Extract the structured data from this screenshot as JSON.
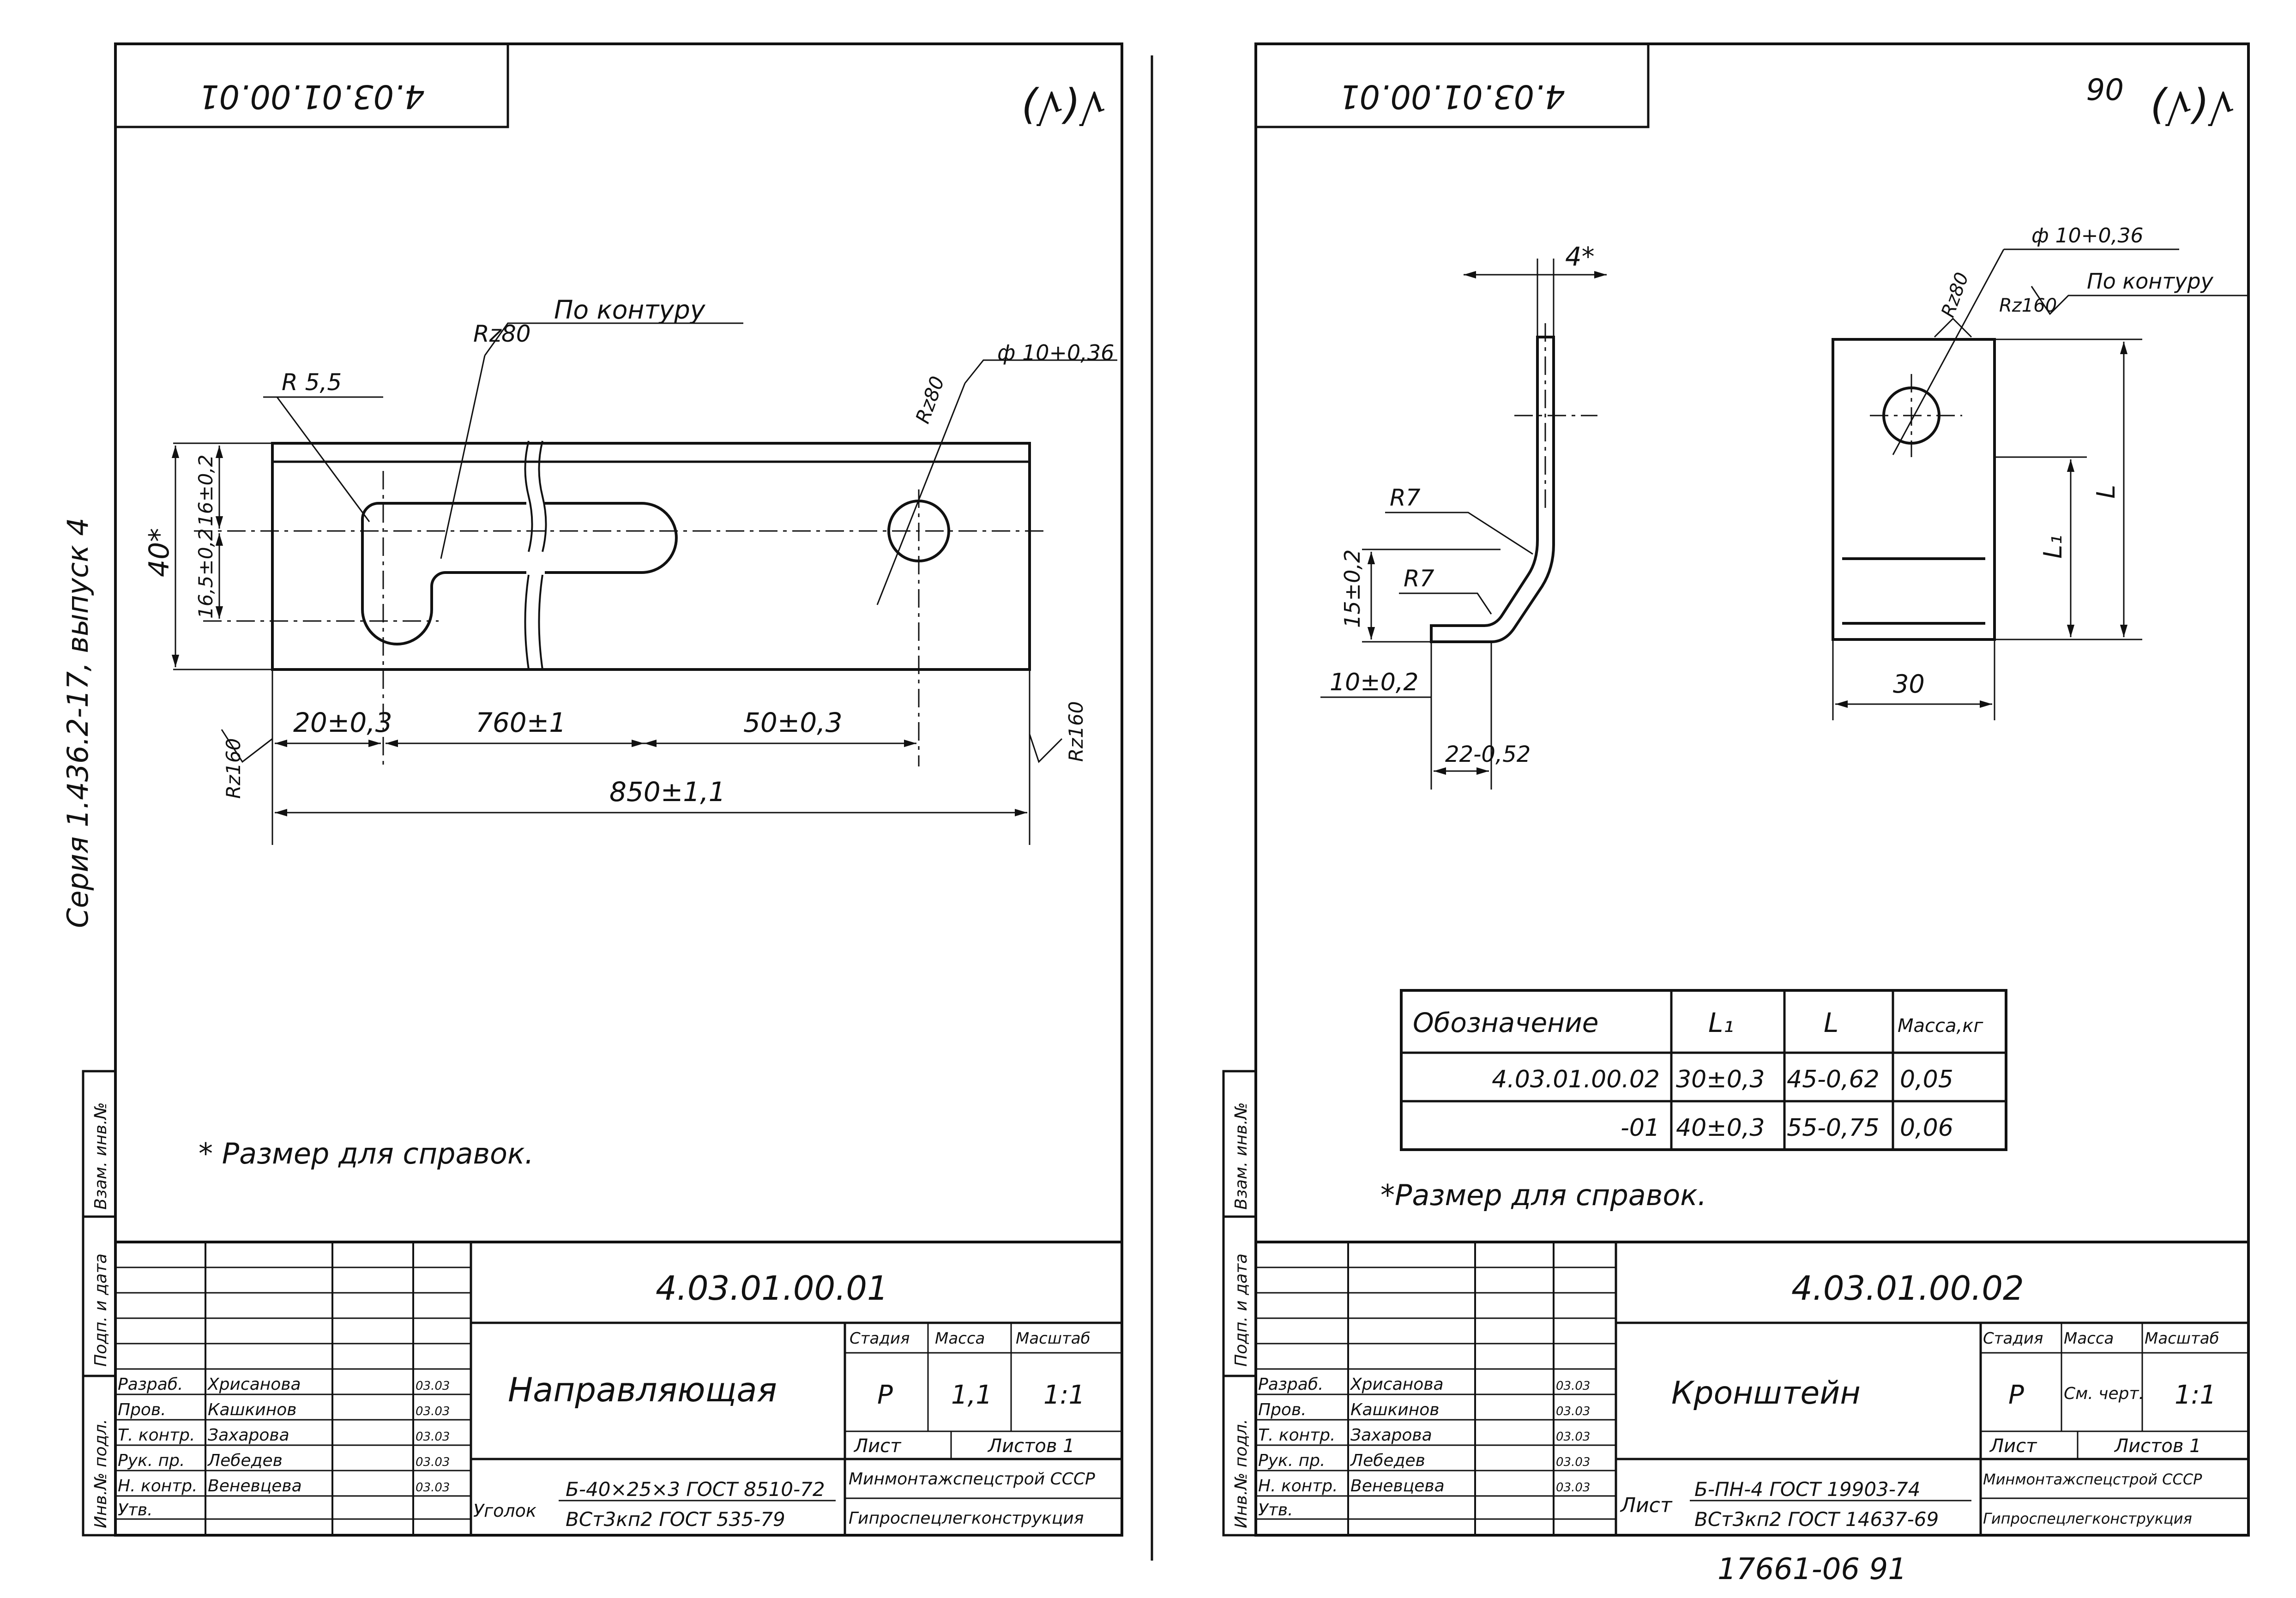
{
  "series_note": "Серия 1.436.2-17, выпуск 4",
  "stock_number": "17661-06  91",
  "side_stamp": {
    "vzam": "Взам. инв.№",
    "podp": "Подп. и дата",
    "inv": "Инв.№ подл."
  },
  "sheet1": {
    "corner_code": "4.03.01.00.01",
    "roughness": "√(√)",
    "notes": {
      "label_contour": "По контуру",
      "rz80_a": "Rz80",
      "rz80_b": "Rz80",
      "r55": "R 5,5",
      "hole": "ф 10+0,36",
      "dim40": "40*",
      "dim165": "16,5±0,2",
      "dim16": "16±0,2",
      "dim20": "20±0,3",
      "dim760": "760±1",
      "dim50": "50±0,3",
      "dim850": "850±1,1",
      "rz160_l": "Rz160",
      "rz160_r": "Rz160",
      "ref": "* Размер для справок."
    },
    "title_block": {
      "code": "4.03.01.00.01",
      "name": "Направляющая",
      "stage_h": "Стадия",
      "mass_h": "Масса",
      "scale_h": "Масштаб",
      "stage": "Р",
      "mass": "1,1",
      "scale": "1:1",
      "sheet_h": "Лист",
      "sheets_h": "Листов 1",
      "org1": "Минмонтажспецстрой СССР",
      "org2": "Гипроспецлегконструкция",
      "material_prefix": "Уголок",
      "material_top": "Б-40×25×3 ГОСТ 8510-72",
      "material_bottom": "ВСт3кп2 ГОСТ 535-79",
      "rows": [
        {
          "role": "Разраб.",
          "name": "Хрисанова",
          "date": "03.03"
        },
        {
          "role": "Пров.",
          "name": "Кашкинов",
          "date": "03.03"
        },
        {
          "role": "Т. контр.",
          "name": "Захарова",
          "date": "03.03"
        },
        {
          "role": "Рук. пр.",
          "name": "Лебедев",
          "date": "03.03"
        },
        {
          "role": "Н. контр.",
          "name": "Веневцева",
          "date": "03.03"
        },
        {
          "role": "Утв.",
          "name": "",
          "date": ""
        }
      ]
    }
  },
  "sheet2": {
    "corner_code": "4.03.01.00.01",
    "corner_num": "06",
    "roughness": "√(√)",
    "notes": {
      "dim4": "4*",
      "r7a": "R7",
      "r7b": "R7",
      "dim15": "15±0,2",
      "dim10": "10±0,2",
      "dim22": "22-0,52",
      "hole": "ф 10+0,36",
      "rz80": "Rz80",
      "rz160": "Rz160",
      "label_contour": "По контуру",
      "l1": "L₁",
      "l": "L",
      "dim30": "30",
      "ref": "*Размер для справок."
    },
    "table": {
      "headers": [
        "Обозначение",
        "L₁",
        "L",
        "Масса,кг"
      ],
      "rows": [
        [
          "4.03.01.00.02",
          "30±0,3",
          "45-0,62",
          "0,05"
        ],
        [
          "-01",
          "40±0,3",
          "55-0,75",
          "0,06"
        ]
      ]
    },
    "title_block": {
      "code": "4.03.01.00.02",
      "name": "Кронштейн",
      "stage_h": "Стадия",
      "mass_h": "Масса",
      "scale_h": "Масштаб",
      "stage": "Р",
      "mass": "См. черт.",
      "scale": "1:1",
      "sheet_h": "Лист",
      "sheets_h": "Листов 1",
      "org1": "Минмонтажспецстрой СССР",
      "org2": "Гипроспецлегконструкция",
      "material_prefix": "Лист",
      "material_top": "Б-ПН-4 ГОСТ 19903-74",
      "material_bottom": "ВСт3кп2 ГОСТ 14637-69",
      "rows": [
        {
          "role": "Разраб.",
          "name": "Хрисанова",
          "date": "03.03"
        },
        {
          "role": "Пров.",
          "name": "Кашкинов",
          "date": "03.03"
        },
        {
          "role": "Т. контр.",
          "name": "Захарова",
          "date": "03.03"
        },
        {
          "role": "Рук. пр.",
          "name": "Лебедев",
          "date": "03.03"
        },
        {
          "role": "Н. контр.",
          "name": "Веневцева",
          "date": "03.03"
        },
        {
          "role": "Утв.",
          "name": "",
          "date": ""
        }
      ]
    }
  }
}
